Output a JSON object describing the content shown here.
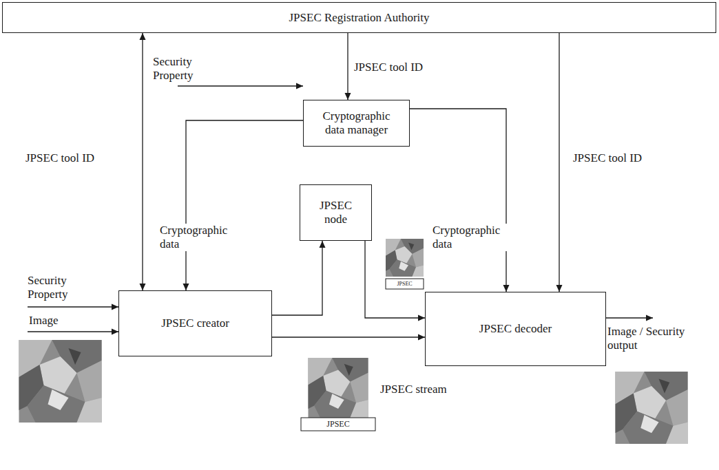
{
  "diagram": {
    "nodes": [
      {
        "text": [
          "JPSEC Registration Authority"
        ]
      },
      {
        "text": [
          "Cryptographic data manager"
        ]
      },
      {
        "text": [
          "JPSEC node"
        ]
      },
      {
        "text": [
          "JPSEC creator"
        ]
      },
      {
        "text": [
          "JPSEC decoder"
        ]
      }
    ],
    "edges": [
      {
        "from": 0,
        "to": 1,
        "label": "JPSEC tool ID",
        "arrow": "to"
      },
      {
        "from": 0,
        "to": 3,
        "label": "JPSEC tool ID",
        "arrow": "both"
      },
      {
        "from": 0,
        "to": 4,
        "label": "JPSEC tool ID",
        "arrow": "to"
      },
      {
        "from": 1,
        "to": 3,
        "label": "Cryptographic data",
        "arrow": "to"
      },
      {
        "from": 1,
        "to": 4,
        "label": "Cryptographic data",
        "arrow": "to"
      },
      {
        "from": 3,
        "to": 2,
        "arrow": "to"
      },
      {
        "from": 2,
        "to": 4,
        "arrow": "to"
      },
      {
        "from": 3,
        "to": 4,
        "arrow": "to"
      }
    ],
    "labels": [
      "Security Property",
      "Security Property",
      "Image",
      "Image / Security output",
      "JPSEC stream",
      "JPSEC",
      "JPSEC"
    ]
  }
}
